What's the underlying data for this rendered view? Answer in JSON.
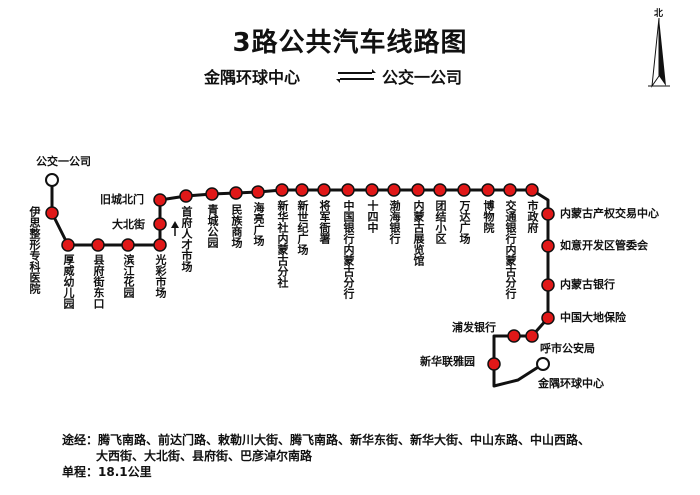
{
  "title": "3路公共汽车线路图",
  "direction": {
    "from": "金隅环球中心",
    "to": "公交一公司"
  },
  "compass_label": "北",
  "terminals": {
    "start": "公交一公司",
    "end": "金隅环球中心"
  },
  "stops": {
    "s1": "伊思整形专科医院",
    "s2": "厚威幼儿园",
    "s3": "县府街东口",
    "s4": "滨江花园",
    "s5": "光彩市场",
    "s6": "大北街",
    "s7": "旧城北门",
    "s8": "首府人才市场",
    "s9": "青城公园",
    "s10": "民族商场",
    "s11": "海亮广场",
    "s12": "新华社内蒙古分社",
    "s13": "新世纪广场",
    "s14": "将军衙署",
    "s15": "中国银行内蒙古分行",
    "s16": "十四中",
    "s17": "渤海银行",
    "s18": "内蒙古展览馆",
    "s19": "团结小区",
    "s20": "万达广场",
    "s21": "博物院",
    "s22": "交通银行内蒙古分行",
    "s23": "市政府",
    "s24": "内蒙古产权交易中心",
    "s25": "如意开发区管委会",
    "s26": "内蒙古银行",
    "s27": "中国大地保险",
    "s28": "呼市公安局",
    "s29": "浦发银行",
    "s30": "新华联雅园"
  },
  "footer": {
    "route_label": "途经：",
    "route_line1": "腾飞南路、前达门路、敕勒川大街、腾飞南路、新华东街、新华大街、中山东路、中山西路、",
    "route_line2": "大西街、大北街、县府街、巴彦淖尔南路",
    "distance_label": "单程：",
    "distance_value": "18.1公里"
  },
  "colors": {
    "stop_fill": "#e01818",
    "line": "#111111"
  }
}
